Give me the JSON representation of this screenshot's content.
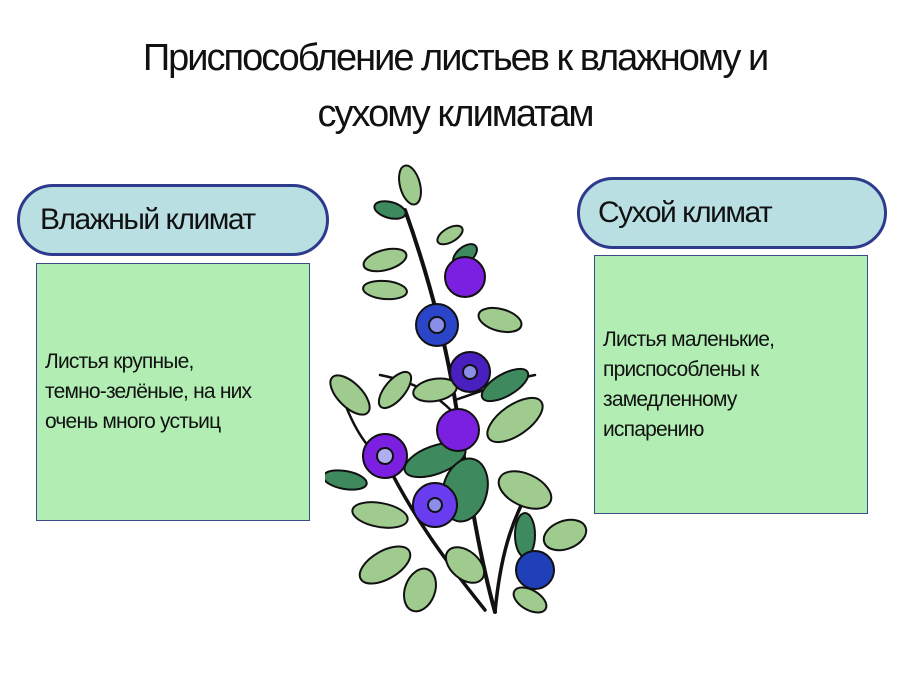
{
  "slide": {
    "title_line1": "Приспособление листьев к влажному и",
    "title_line2": "сухому климатам"
  },
  "humid": {
    "heading": "Влажный климат",
    "lines": [
      "Листья крупные,",
      "темно-зелёные, на них",
      "очень много устьиц"
    ]
  },
  "dry": {
    "heading": "Сухой климат",
    "lines": [
      "Листья маленькие,",
      "приспособлены к",
      "замедленному",
      "испарению"
    ]
  },
  "illustration": {
    "icon": "blueberry-plant-icon",
    "colors": {
      "leaf_light": "#9fcb8e",
      "leaf_dark": "#3e8a5e",
      "berry_purple": "#7b1fe0",
      "berry_blue": "#2a45c8",
      "stem": "#111111"
    }
  },
  "colors": {
    "pill_bg": "#b9dfe3",
    "pill_border": "#2e3a8c",
    "box_bg": "#b2eeb4"
  }
}
